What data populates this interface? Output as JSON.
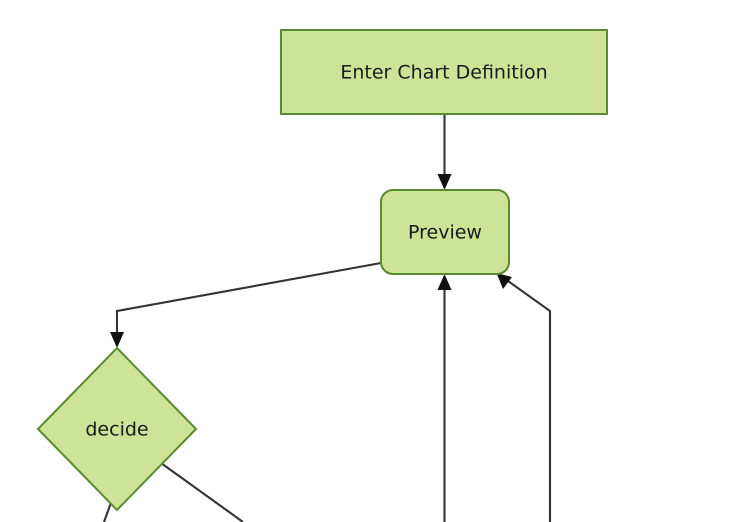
{
  "diagram": {
    "type": "flowchart",
    "orientation": "top-down",
    "background_color": "#ffffff",
    "node_fill_color": "#cde498",
    "node_border_color": "#5a8a2e",
    "edge_color": "#333333",
    "text_color": "#1a1a1a",
    "cropped": "bottom",
    "nodes": [
      {
        "id": "enter",
        "label": "Enter Chart Definition",
        "shape": "rectangle"
      },
      {
        "id": "preview",
        "label": "Preview",
        "shape": "rounded-rectangle"
      },
      {
        "id": "decide",
        "label": "decide",
        "shape": "diamond"
      }
    ],
    "edges": [
      {
        "from": "enter",
        "to": "preview",
        "label": ""
      },
      {
        "from": "preview",
        "to": "decide",
        "label": ""
      },
      {
        "from": "offscreen-below-center",
        "to": "preview",
        "label": ""
      },
      {
        "from": "offscreen-below-right",
        "to": "preview",
        "label": ""
      },
      {
        "from": "decide",
        "to": "offscreen-below-left",
        "label": ""
      },
      {
        "from": "decide",
        "to": "offscreen-below-right",
        "label": ""
      }
    ]
  }
}
